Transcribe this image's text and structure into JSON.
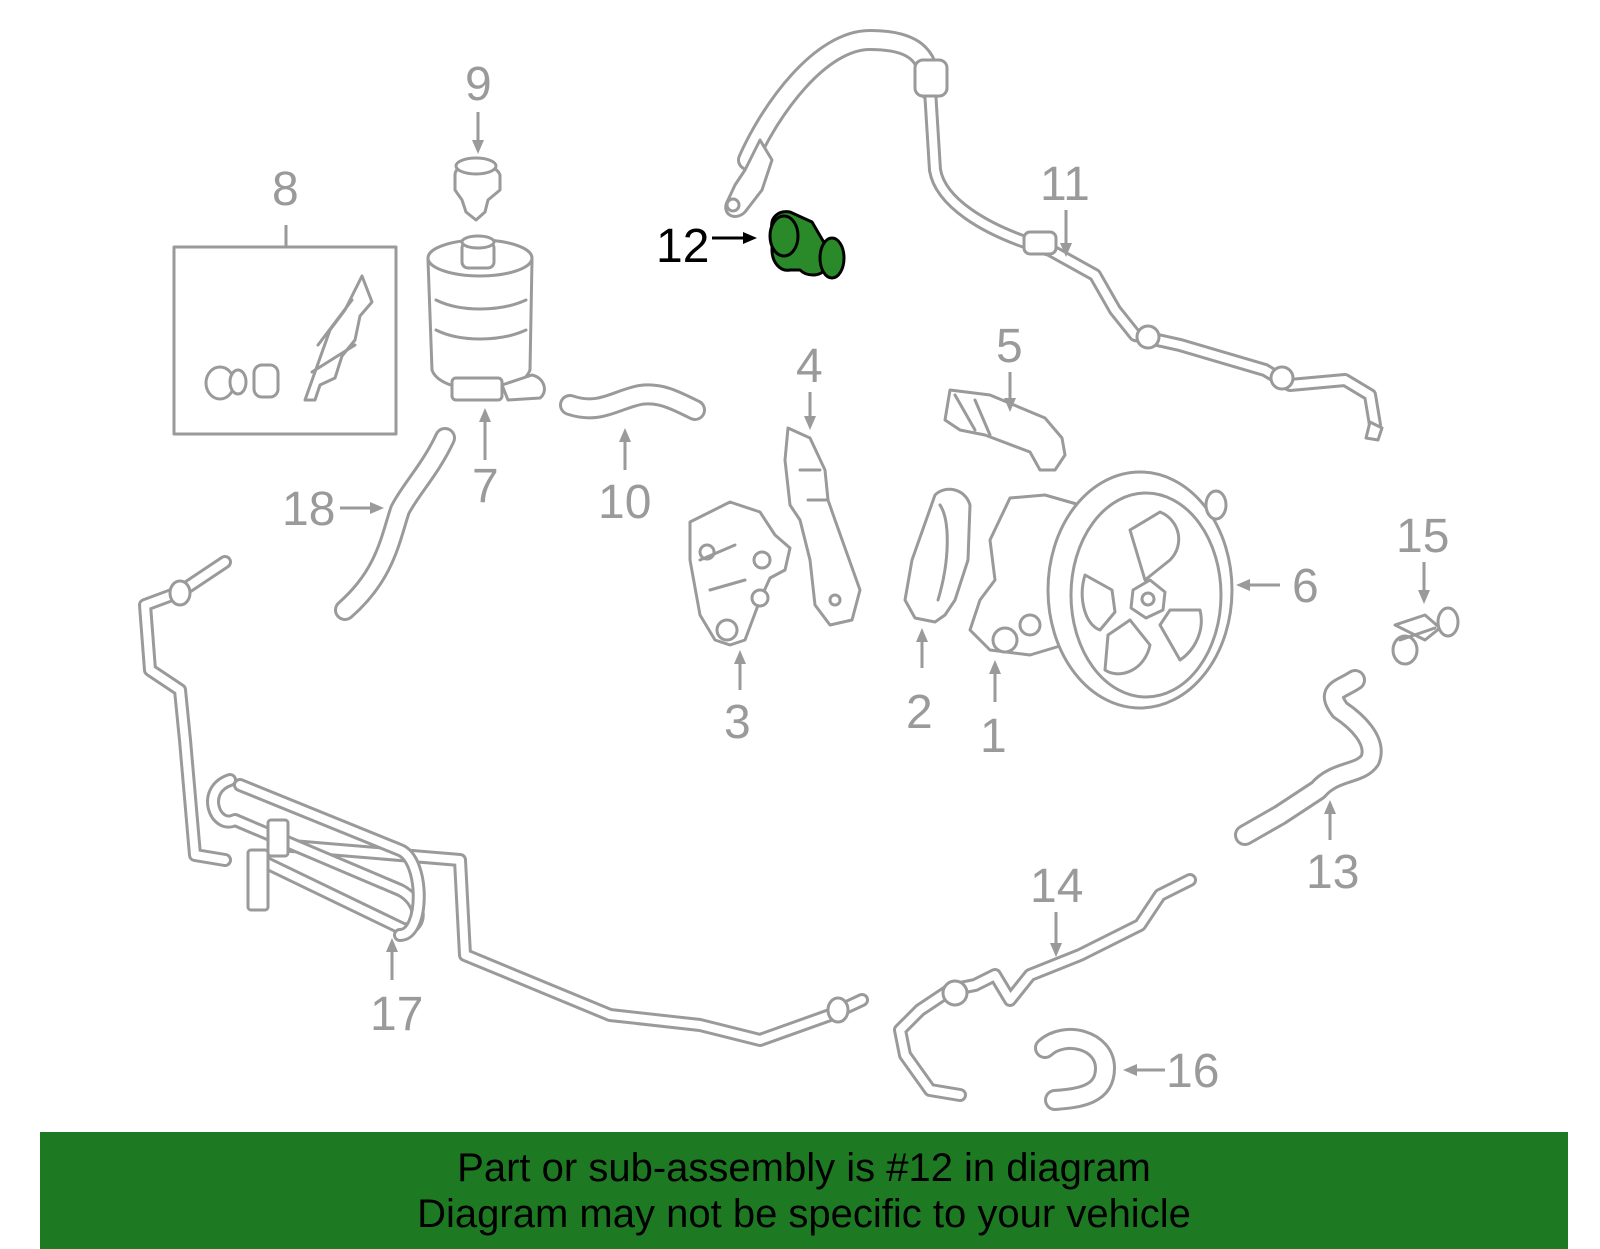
{
  "callouts": [
    {
      "id": "1",
      "label": "1"
    },
    {
      "id": "2",
      "label": "2"
    },
    {
      "id": "3",
      "label": "3"
    },
    {
      "id": "4",
      "label": "4"
    },
    {
      "id": "5",
      "label": "5"
    },
    {
      "id": "6",
      "label": "6"
    },
    {
      "id": "7",
      "label": "7"
    },
    {
      "id": "8",
      "label": "8"
    },
    {
      "id": "9",
      "label": "9"
    },
    {
      "id": "10",
      "label": "10"
    },
    {
      "id": "11",
      "label": "11"
    },
    {
      "id": "12",
      "label": "12",
      "highlighted": true
    },
    {
      "id": "13",
      "label": "13"
    },
    {
      "id": "14",
      "label": "14"
    },
    {
      "id": "15",
      "label": "15"
    },
    {
      "id": "16",
      "label": "16"
    },
    {
      "id": "17",
      "label": "17"
    },
    {
      "id": "18",
      "label": "18"
    }
  ],
  "highlight_color": "#2a8a2a",
  "part_line_color": "#9a9a9a",
  "banner": {
    "background": "#1e7a22",
    "line1": "Part or sub-assembly is #12 in diagram",
    "line2": "Diagram may not be specific to your vehicle"
  }
}
